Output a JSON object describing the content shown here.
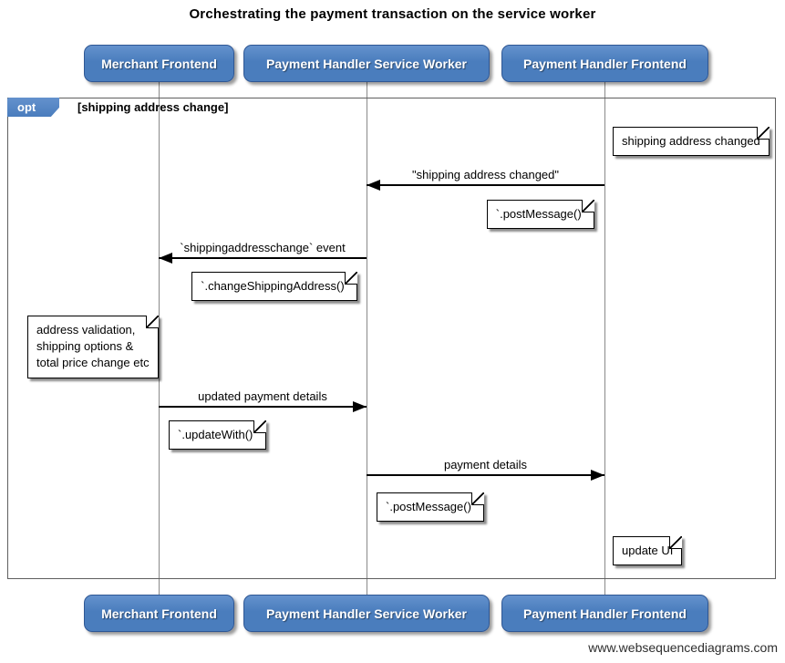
{
  "title": "Orchestrating the payment transaction on the service worker",
  "actors": {
    "merchant_frontend": "Merchant Frontend",
    "payment_handler_service_worker": "Payment Handler Service Worker",
    "payment_handler_frontend": "Payment Handler Frontend"
  },
  "opt_frame": {
    "operator": "opt",
    "guard": "[shipping address change]"
  },
  "messages": {
    "shipping_address_changed": "\"shipping address changed\"",
    "shippingaddresschange_event": "`shippingaddresschange` event",
    "updated_payment_details": "updated payment details",
    "payment_details": "payment details"
  },
  "notes": {
    "shipping_address_changed": "shipping address changed",
    "post_message_1": "`.postMessage()`",
    "change_shipping_address": "`.changeShippingAddress()`",
    "address_validation": "address validation,\nshipping options &\ntotal price change etc",
    "update_with": "`.updateWith()`",
    "post_message_2": "`.postMessage()`",
    "update_ui": "update UI"
  },
  "watermark": "www.websequencediagrams.com",
  "colors": {
    "actor_fill": "#4a7dbd",
    "actor_fill_top": "#6492cd",
    "actor_border": "#2f5794",
    "frame_border": "#5f5f5f",
    "lifeline": "#8a8a8a",
    "arrow": "#000000",
    "note_bg": "#ffffff",
    "note_border": "#000000"
  }
}
